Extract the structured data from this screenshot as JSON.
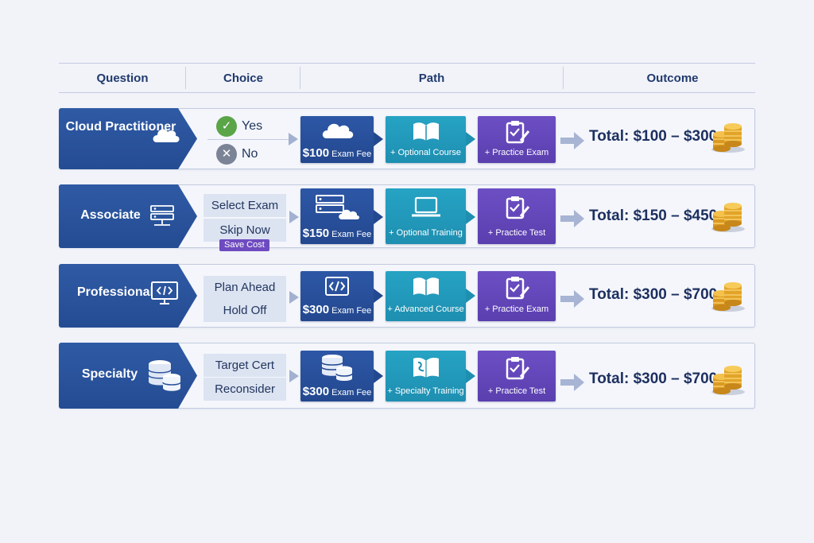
{
  "header": {
    "question": "Question",
    "choice": "Choice",
    "path": "Path",
    "outcome": "Outcome"
  },
  "rows": [
    {
      "question": "Cloud Practitioner",
      "question_icon": "cloud-icon",
      "choices": [
        {
          "label": "Yes",
          "icon": "check-circle-icon",
          "color": "#5aa548"
        },
        {
          "label": "No",
          "icon": "x-circle-icon",
          "color": "#7b8496"
        }
      ],
      "steps": [
        {
          "icon": "cloud-icon",
          "amount": "$100",
          "label": "Exam Fee"
        },
        {
          "icon": "book-icon",
          "label": "+ Optional Course"
        },
        {
          "icon": "clipboard-edit-icon",
          "label": "+ Practice Exam"
        }
      ],
      "total": "Total: $100 – $300"
    },
    {
      "question": "Associate",
      "question_icon": "server-icon",
      "choices": [
        {
          "label": "Select Exam"
        },
        {
          "label": "Skip Now"
        }
      ],
      "tag": "Save Cost",
      "steps": [
        {
          "icon": "server-cloud-icon",
          "amount": "$150",
          "label": "Exam Fee"
        },
        {
          "icon": "laptop-icon",
          "label": "+ Optional Training"
        },
        {
          "icon": "clipboard-edit-icon",
          "label": "+ Practice Test"
        }
      ],
      "total": "Total: $150 – $450"
    },
    {
      "question": "Professional",
      "question_icon": "code-monitor-icon",
      "choices": [
        {
          "label": "Plan Ahead"
        },
        {
          "label": "Hold Off"
        }
      ],
      "steps": [
        {
          "icon": "code-icon",
          "amount": "$300",
          "label": "Exam Fee"
        },
        {
          "icon": "book-icon",
          "label": "+ Advanced Course"
        },
        {
          "icon": "clipboard-edit-icon",
          "label": "+ Practice Exam"
        }
      ],
      "total": "Total: $300 – $700"
    },
    {
      "question": "Specialty",
      "question_icon": "database-icon",
      "choices": [
        {
          "label": "Target Cert"
        },
        {
          "label": "Reconsider"
        }
      ],
      "steps": [
        {
          "icon": "database-icon",
          "amount": "$300",
          "label": "Exam Fee"
        },
        {
          "icon": "map-book-icon",
          "label": "+ Specialty Training"
        },
        {
          "icon": "clipboard-edit-icon",
          "label": "+ Practice Test"
        }
      ],
      "total": "Total: $300 – $700"
    }
  ],
  "colors": {
    "question_bg": "#2a529c",
    "fee_bg": "#2a52a0",
    "course_bg": "#23a0c2",
    "test_bg": "#6547bd",
    "coin": "#e7a92b"
  }
}
